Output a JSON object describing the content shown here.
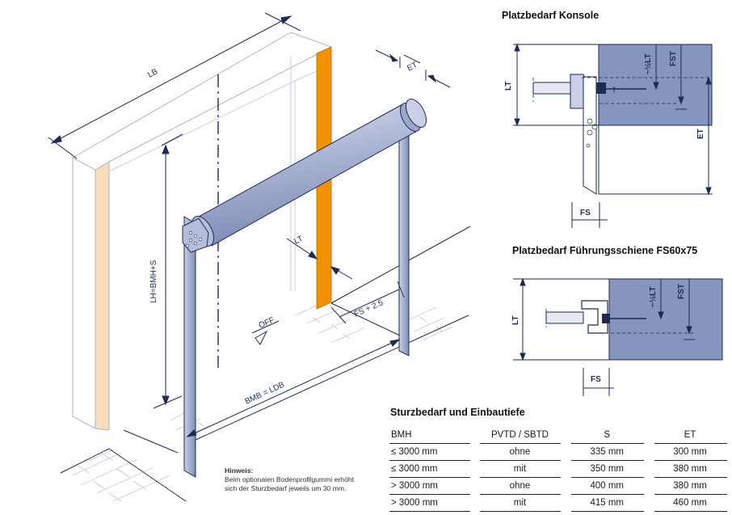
{
  "titles": {
    "konsole": "Platzbedarf Konsole",
    "schiene": "Platzbedarf Führungsschiene FS60x75",
    "table": "Sturzbedarf und Einbautiefe"
  },
  "iso_labels": {
    "lb": "LB",
    "et": "ET",
    "lh": "LH=BMH+S",
    "lt": "LT",
    "off": "OFF",
    "fs25": "FS + 2.5",
    "bmb": "BMB = LDB"
  },
  "konsole_labels": {
    "lt": "LT",
    "half_lt": "~½LT",
    "fst": "FST",
    "et": "ET",
    "fs": "FS"
  },
  "schiene_labels": {
    "lt": "LT",
    "half_lt": "~½LT",
    "fst": "FST",
    "fs": "FS"
  },
  "hint": {
    "heading": "Hinweis:",
    "line1": "Beim optionalen Bodenprofilgummi erhöht",
    "line2": "sich der Sturzbedarf jeweils um 30 mm."
  },
  "table": {
    "headers": [
      "BMH",
      "PVTD / SBTD",
      "S",
      "ET"
    ],
    "rows": [
      [
        "≤ 3000 mm",
        "ohne",
        "335 mm",
        "300 mm"
      ],
      [
        "≤ 3000 mm",
        "mit",
        "350 mm",
        "380 mm"
      ],
      [
        "> 3000 mm",
        "ohne",
        "400 mm",
        "380 mm"
      ],
      [
        "> 3000 mm",
        "mit",
        "415 mm",
        "460 mm"
      ]
    ]
  },
  "colors": {
    "line": "#1e2a52",
    "frame": "#8aa0c8",
    "orange": "#f29100",
    "beige": "#f8dcbc",
    "wall": "#8595bd",
    "roller": "#a9b3d2"
  }
}
